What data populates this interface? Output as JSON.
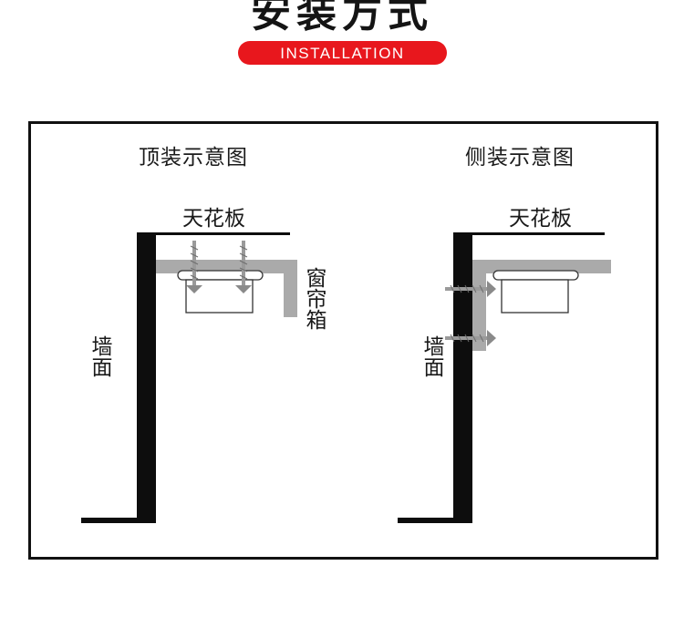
{
  "header": {
    "title": "安装方式",
    "subtitle": "INSTALLATION",
    "accent_color": "#e8171d"
  },
  "panels": [
    {
      "title": "顶装示意图",
      "ceiling_label": "天花板",
      "wall_label": "墙面",
      "box_label": "窗帘箱",
      "screw_orientation": "vertical"
    },
    {
      "title": "侧装示意图",
      "ceiling_label": "天花板",
      "wall_label": "墙面",
      "screw_orientation": "horizontal"
    }
  ],
  "colors": {
    "wall": "#0d0d0d",
    "curtain_box": "#aaaaaa",
    "screw": "#9a9a9a",
    "frame": "#111111"
  }
}
